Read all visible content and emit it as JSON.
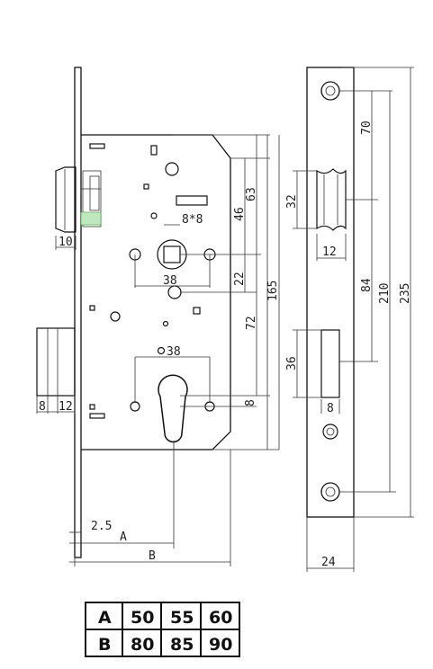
{
  "front_view": {
    "dims": {
      "d10": "10",
      "d8x8": "8*8",
      "d38_upper": "38",
      "d46": "46",
      "d63": "63",
      "d22": "22",
      "d165": "165",
      "d72": "72",
      "d38_lower": "38",
      "d8_cyl": "8",
      "d8_left": "8",
      "d12_left": "12",
      "d2_5": "2.5",
      "dA": "A",
      "dB": "B"
    }
  },
  "side_view": {
    "dims": {
      "d32": "32",
      "d70": "70",
      "d12": "12",
      "d84": "84",
      "d210": "210",
      "d235": "235",
      "d36": "36",
      "d8": "8",
      "d24": "24"
    }
  },
  "table": {
    "rows": [
      {
        "label": "A",
        "values": [
          "50",
          "55",
          "60"
        ]
      },
      {
        "label": "B",
        "values": [
          "80",
          "85",
          "90"
        ]
      }
    ]
  }
}
